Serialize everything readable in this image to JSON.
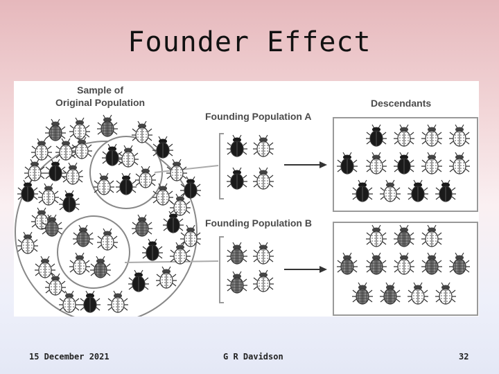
{
  "slide": {
    "title": "Founder Effect",
    "date": "15 December 2021",
    "author": "G R Davidson",
    "page": "32"
  },
  "figure": {
    "sample_label": "Sample of\nOriginal Population",
    "pop_a_label": "Founding Population A",
    "pop_b_label": "Founding Population B",
    "descendants_label": "Descendants"
  }
}
